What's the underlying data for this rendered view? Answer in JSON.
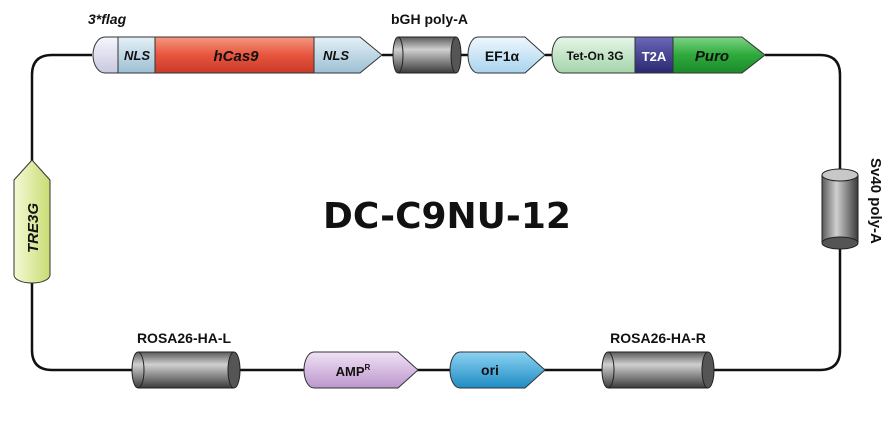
{
  "diagram": {
    "title": "DC-C9NU-12",
    "elements": {
      "flag": "3*flag",
      "nls_left": "NLS",
      "hcas9": "hCas9",
      "nls_right": "NLS",
      "bgh_polya": "bGH poly-A",
      "ef1a": "EF1α",
      "teton": "Tet-On 3G",
      "t2a": "T2A",
      "puro": "Puro",
      "sv40_polya": "Sv40 poly-A",
      "tre3g": "TRE3G",
      "rosa_l": "ROSA26-HA-L",
      "amp": "AMP",
      "amp_sup": "R",
      "ori": "ori",
      "rosa_r": "ROSA26-HA-R"
    },
    "colors": {
      "flag": "#e4e4f4",
      "nls": "#c4dce8",
      "hcas9": "#e8553e",
      "cylinder": "#8a8a8a",
      "ef1a": "#cfe9f8",
      "teton": "#c8e8cc",
      "t2a": "#3d3b8f",
      "puro": "#2eaa3c",
      "tre3g": "#e2eeaa",
      "amp": "#d8bce4",
      "ori": "#3aaee0"
    }
  }
}
